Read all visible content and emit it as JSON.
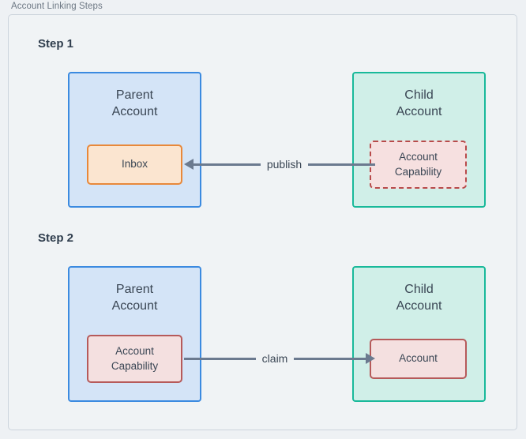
{
  "diagram": {
    "title": "Account Linking Steps",
    "steps": [
      {
        "heading": "Step 1",
        "parent": {
          "title": "Parent\nAccount",
          "resource": {
            "label": "Inbox",
            "style": "solid-orange"
          }
        },
        "child": {
          "title": "Child\nAccount",
          "resource": {
            "label": "Account\nCapability",
            "style": "dashed-red"
          }
        },
        "connector": {
          "label": "publish",
          "direction": "left"
        }
      },
      {
        "heading": "Step 2",
        "parent": {
          "title": "Parent\nAccount",
          "resource": {
            "label": "Account\nCapability",
            "style": "solid-red"
          }
        },
        "child": {
          "title": "Child\nAccount",
          "resource": {
            "label": "Account",
            "style": "solid-red"
          }
        },
        "connector": {
          "label": "claim",
          "direction": "right"
        }
      }
    ]
  },
  "colors": {
    "page_background": "#eef1f4",
    "frame_background": "#f0f3f5",
    "frame_border": "#ccd4dc",
    "parent_fill": "#d4e4f7",
    "parent_border": "#3b8ae0",
    "child_fill": "#d0efe8",
    "child_border": "#19b99a",
    "inbox_fill": "#fbe5d0",
    "inbox_border": "#e8883a",
    "capability_fill": "#f6e0e0",
    "capability_border": "#b84a4a",
    "connector": "#6b7a8f",
    "text": "#3a4654",
    "heading_text": "#2f3d4d",
    "title_text": "#6d7884"
  }
}
